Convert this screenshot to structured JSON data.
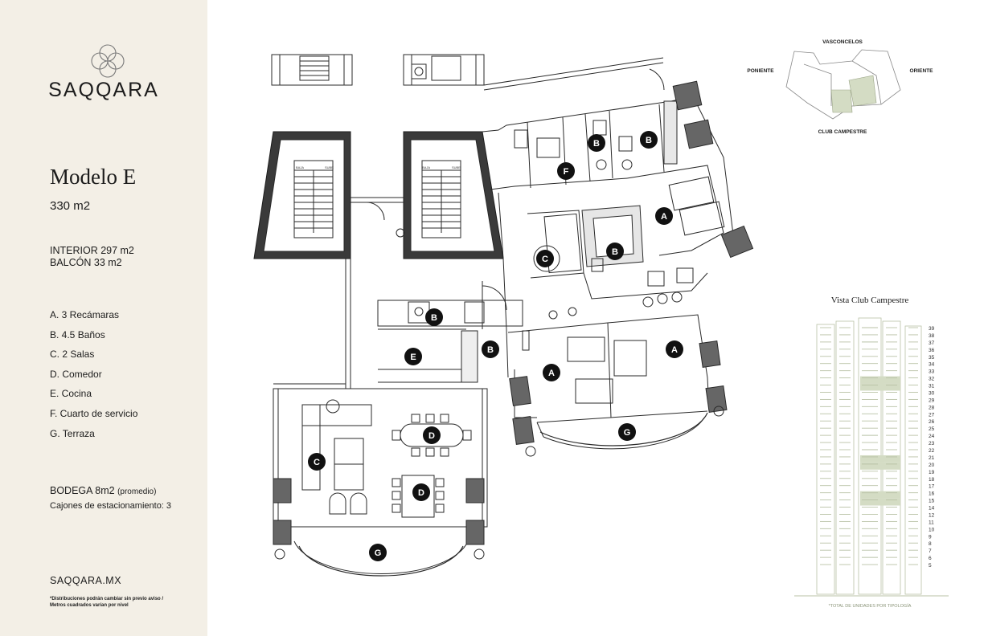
{
  "brand": {
    "name": "SAQQARA",
    "logo_icon": "quatrefoil-logo-icon"
  },
  "model": {
    "title": "Modelo E",
    "area": "330 m2",
    "interior": "INTERIOR 297 m2",
    "balcony": "BALCÓN 33 m2"
  },
  "rooms": [
    "A. 3 Recámaras",
    "B. 4.5 Baños",
    "C. 2 Salas",
    "D. Comedor",
    "E. Cocina",
    "F. Cuarto de servicio",
    "G. Terraza"
  ],
  "bodega": {
    "label": "BODEGA 8m2",
    "note": "(promedio)"
  },
  "parking": "Cajones de estacionamiento: 3",
  "website": "SAQQARA.MX",
  "disclaimer": "*Distribuciones podrán cambiar sin previo aviso / Metros cuadrados varían por nivel",
  "orientation": {
    "north": "VASCONCELOS",
    "west": "PONIENTE",
    "east": "ORIENTE",
    "south": "CLUB CAMPESTRE"
  },
  "elevation": {
    "title": "Vista Club Campestre",
    "floors": [
      "39",
      "38",
      "37",
      "36",
      "35",
      "34",
      "33",
      "32",
      "31",
      "30",
      "29",
      "28",
      "27",
      "26",
      "25",
      "24",
      "23",
      "22",
      "21",
      "20",
      "19",
      "18",
      "17",
      "16",
      "15",
      "14",
      "12",
      "11",
      "10",
      "9",
      "8",
      "7",
      "6",
      "5"
    ],
    "highlighted_floors": [
      "32",
      "31",
      "21",
      "20",
      "16",
      "15"
    ],
    "footnote": "*TOTAL DE UNIDADES POR TIPOLOGÍA"
  },
  "stair_labels": [
    "BAJA",
    "SUBE"
  ],
  "plan_labels": [
    {
      "letter": "B"
    },
    {
      "letter": "B"
    },
    {
      "letter": "F"
    },
    {
      "letter": "A"
    },
    {
      "letter": "B"
    },
    {
      "letter": "C"
    },
    {
      "letter": "B"
    },
    {
      "letter": "E"
    },
    {
      "letter": "B"
    },
    {
      "letter": "A"
    },
    {
      "letter": "A"
    },
    {
      "letter": "G"
    },
    {
      "letter": "D"
    },
    {
      "letter": "C"
    },
    {
      "letter": "D"
    },
    {
      "letter": "G"
    }
  ],
  "colors": {
    "panel_bg": "#f3efe6",
    "accent_green": "#d4dcc4",
    "line_green": "#b9c2a6",
    "label_fill": "#111111"
  }
}
